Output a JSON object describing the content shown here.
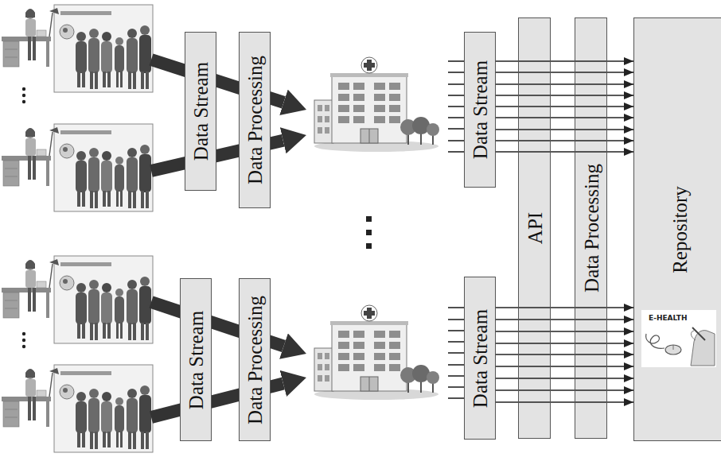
{
  "diagram": {
    "nodes": [
      {
        "text": [
          "Data Stream"
        ]
      },
      {
        "text": [
          "Data Processing"
        ]
      },
      {
        "text": [
          "Data Stream"
        ]
      },
      {
        "text": [
          "Data Processing"
        ]
      },
      {
        "text": [
          "Data Stream"
        ]
      },
      {
        "text": [
          "Data Stream"
        ]
      },
      {
        "text": [
          "API"
        ]
      },
      {
        "text": [
          "Data Processing"
        ]
      },
      {
        "text": [
          "Repository"
        ]
      }
    ],
    "edges": [
      {
        "from": 4,
        "to": 8,
        "arrow": "to"
      },
      {
        "from": 5,
        "to": 8,
        "arrow": "to"
      }
    ],
    "labels": [
      "E-HEALTH"
    ]
  }
}
